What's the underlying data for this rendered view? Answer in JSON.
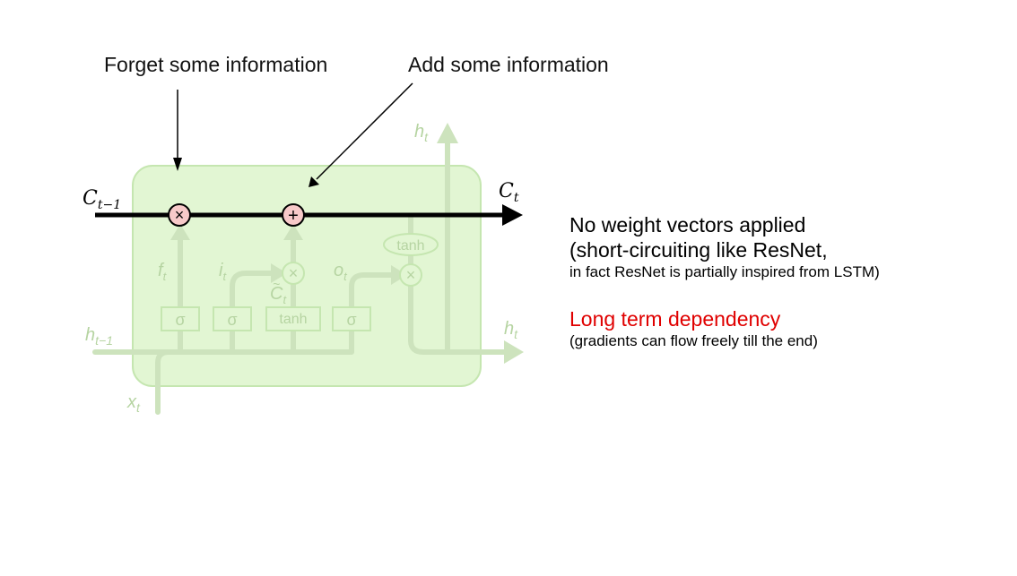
{
  "annotations": {
    "forget": "Forget some information",
    "add": "Add some information"
  },
  "diagram": {
    "cell_state_in": "C",
    "cell_state_in_sub": "t−1",
    "cell_state_out": "C",
    "cell_state_out_sub": "t",
    "hidden_in": "h",
    "hidden_in_sub": "t−1",
    "hidden_out_right": "h",
    "hidden_out_right_sub": "t",
    "hidden_out_top": "h",
    "hidden_out_top_sub": "t",
    "input": "x",
    "input_sub": "t",
    "forget_gate": "f",
    "forget_gate_sub": "t",
    "input_gate": "i",
    "input_gate_sub": "t",
    "candidate": "C",
    "candidate_sub": "t",
    "output_gate": "o",
    "output_gate_sub": "t",
    "sigma": "σ",
    "tanh": "tanh",
    "multiply": "×",
    "add": "+",
    "colors": {
      "cell_fill": "#e2f6d3",
      "cell_border": "#c5e6b0",
      "faded_line": "#cde3bd",
      "faded_text": "#b6d4a2",
      "op_fill": "#f7c9c9",
      "main_line": "#000000"
    }
  },
  "notes": {
    "line1": "No weight vectors applied",
    "line2": "(short-circuiting like ResNet,",
    "line3": "in fact ResNet is partially inspired from LSTM)",
    "highlight": "Long term dependency",
    "line4": "(gradients can flow freely till the end)",
    "highlight_color": "#e00000"
  }
}
